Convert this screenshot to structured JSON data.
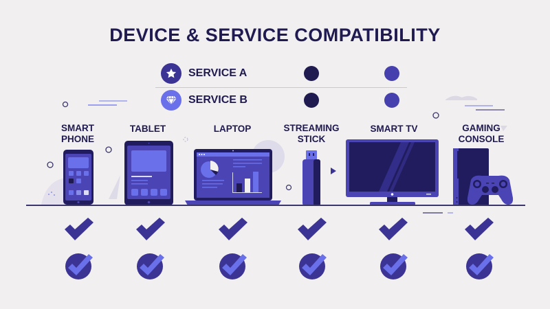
{
  "title": "DEVICE & SERVICE COMPATIBILITY",
  "colors": {
    "background": "#f1eff0",
    "text_dark": "#1f1a4f",
    "device_primary": "#4a44b5",
    "device_dark": "#211c5e",
    "accent_light": "#6a70ea",
    "dot_dark": "#1f1a4f",
    "dot_mid": "#4540ad"
  },
  "services": [
    {
      "label": "SERVICE A",
      "icon": "star-icon",
      "icon_color": "#3b3494",
      "dots": [
        "#1f1a4f",
        "#4540ad"
      ]
    },
    {
      "label": "SERVICE B",
      "icon": "diamond-icon",
      "icon_color": "#6a70ea",
      "dots": [
        "#1f1a4f",
        "#4540ad"
      ]
    }
  ],
  "devices": [
    {
      "label_line1": "SMART",
      "label_line2": "PHONE",
      "icon": "smartphone-icon",
      "service_a": "supported",
      "service_b": "supported"
    },
    {
      "label_line1": "TABLET",
      "label_line2": "",
      "icon": "tablet-icon",
      "service_a": "supported",
      "service_b": "supported"
    },
    {
      "label_line1": "LAPTOP",
      "label_line2": "",
      "icon": "laptop-icon",
      "service_a": "supported",
      "service_b": "supported"
    },
    {
      "label_line1": "STREAMING",
      "label_line2": "STICK",
      "icon": "streaming-stick-icon",
      "service_a": "supported",
      "service_b": "supported"
    },
    {
      "label_line1": "SMART TV",
      "label_line2": "",
      "icon": "smart-tv-icon",
      "service_a": "supported",
      "service_b": "supported"
    },
    {
      "label_line1": "GAMING",
      "label_line2": "CONSOLE",
      "icon": "gaming-console-icon",
      "service_a": "supported",
      "service_b": "supported"
    }
  ]
}
